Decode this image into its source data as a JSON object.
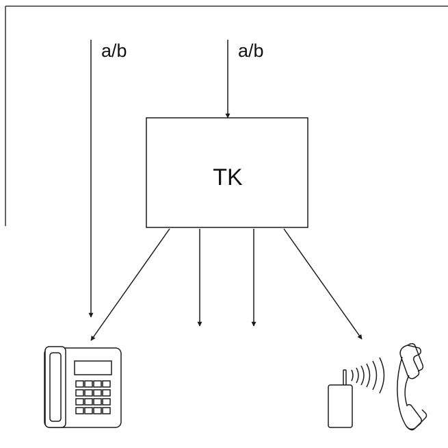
{
  "diagram": {
    "input_left_label": "a/b",
    "input_right_label": "a/b",
    "box_label": "TK"
  },
  "colors": {
    "line": "#1a1a1a",
    "frame": "#333333",
    "background": "#ffffff"
  },
  "icons": {
    "desk_phone": "desk-telephone-icon",
    "cordless_phone": "cordless-telephone-icon"
  }
}
